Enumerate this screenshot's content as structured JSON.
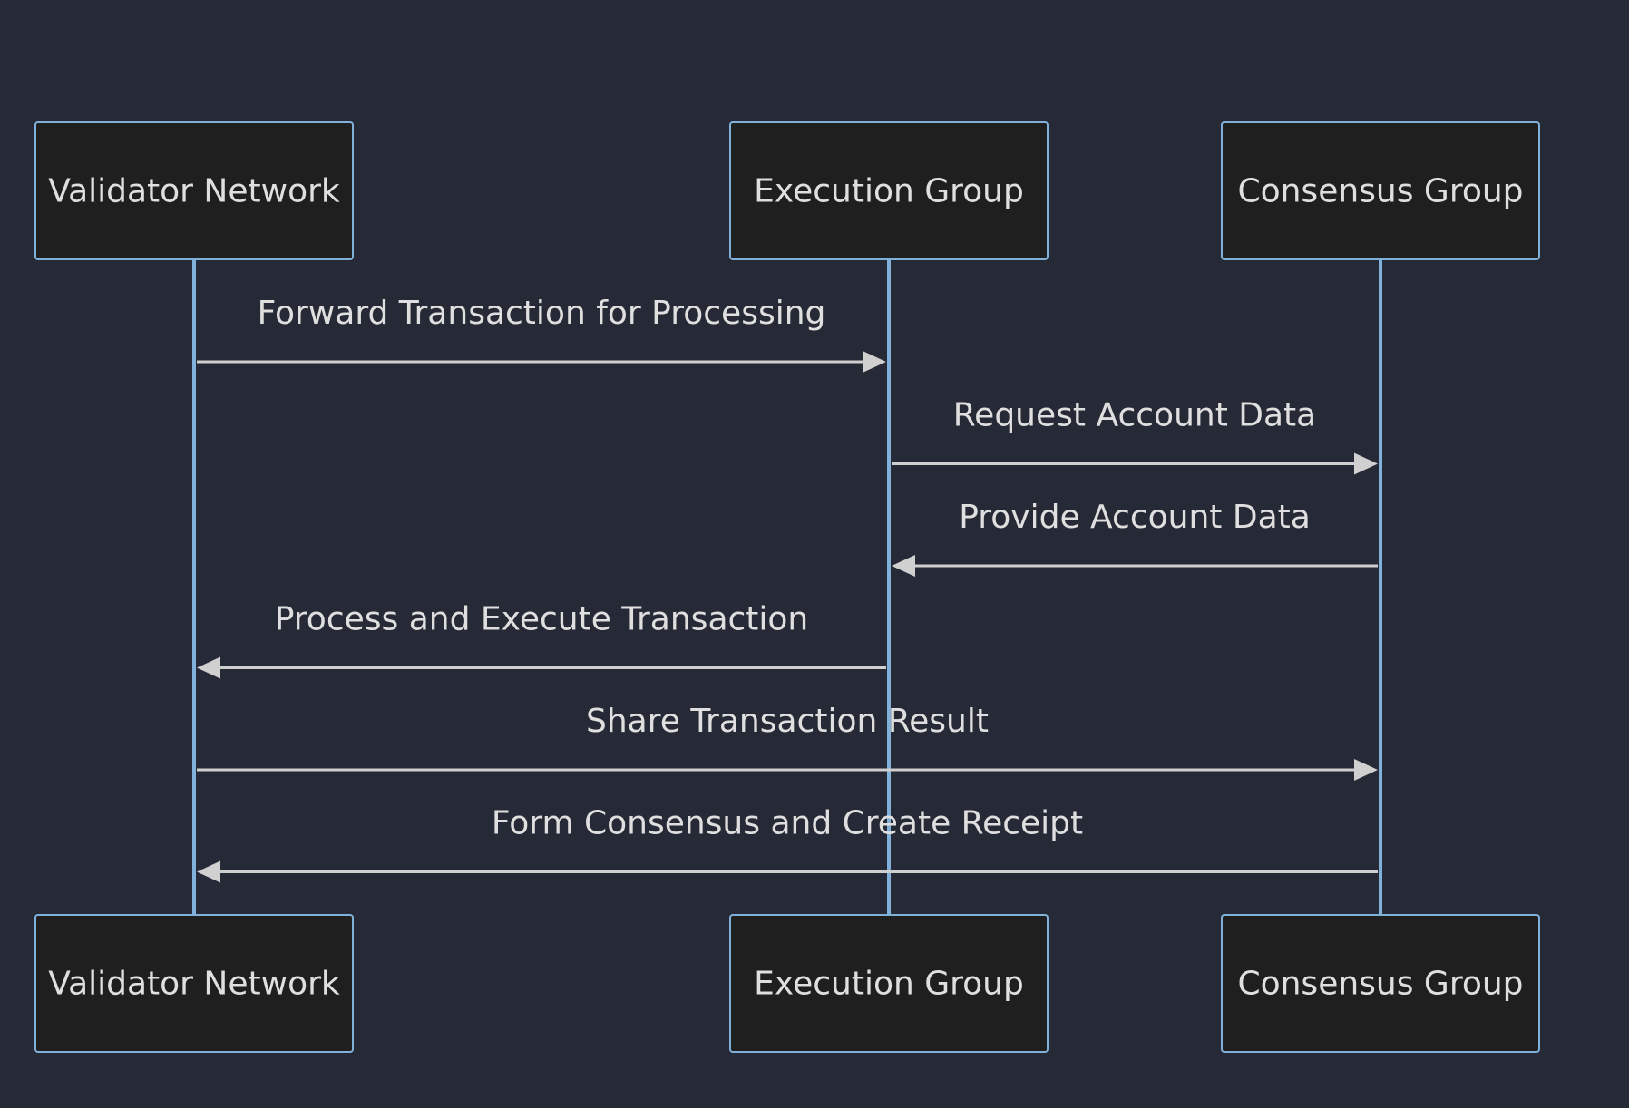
{
  "participants": [
    {
      "id": "validator",
      "label": "Validator Network"
    },
    {
      "id": "execution",
      "label": "Execution Group"
    },
    {
      "id": "consensus",
      "label": "Consensus Group"
    }
  ],
  "messages": [
    {
      "from": "validator",
      "to": "execution",
      "label": "Forward Transaction for Processing"
    },
    {
      "from": "execution",
      "to": "consensus",
      "label": "Request Account Data"
    },
    {
      "from": "consensus",
      "to": "execution",
      "label": "Provide Account Data"
    },
    {
      "from": "execution",
      "to": "validator",
      "label": "Process and Execute Transaction"
    },
    {
      "from": "validator",
      "to": "consensus",
      "label": "Share Transaction Result"
    },
    {
      "from": "consensus",
      "to": "validator",
      "label": "Form Consensus and Create Receipt"
    }
  ],
  "colors": {
    "background": "#262a36",
    "actor_fill": "#1f1f1f",
    "actor_border": "#81b1db",
    "lifeline": "#81b1db",
    "message_line": "#cfcfcf",
    "text": "#e0dfdf"
  }
}
